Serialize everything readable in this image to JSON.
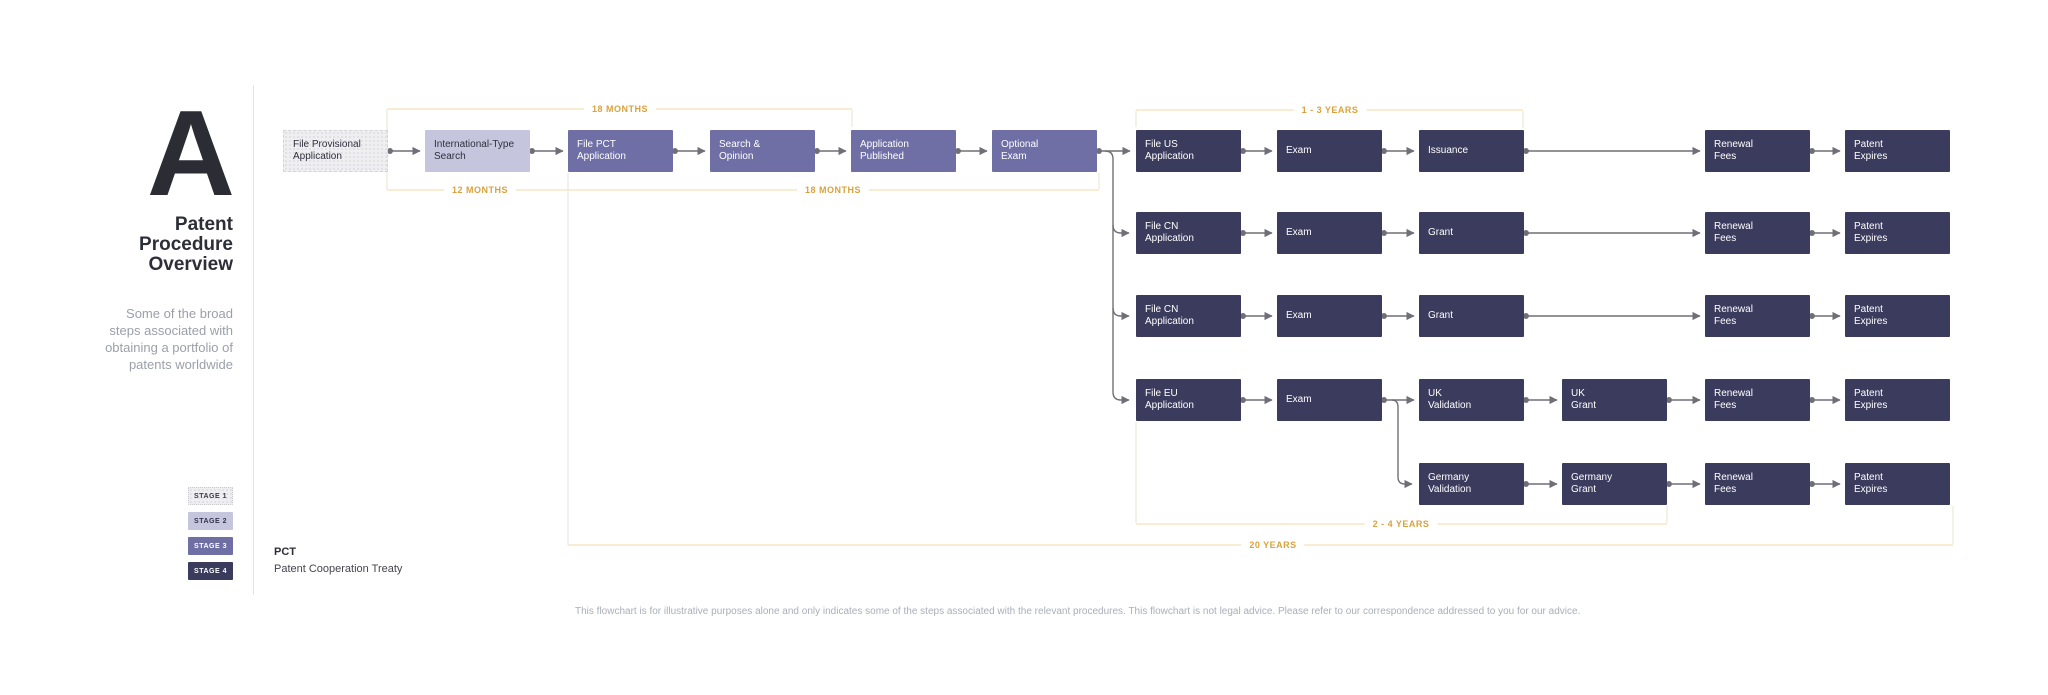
{
  "sidebar": {
    "letter": "A",
    "title": "Patent\nProcedure\nOverview",
    "description": "Some of the broad\nsteps associated with\nobtaining a portfolio of\npatents worldwide",
    "stages": [
      "STAGE 1",
      "STAGE 2",
      "STAGE 3",
      "STAGE 4"
    ]
  },
  "flow": {
    "rows": [
      {
        "nodes": [
          {
            "id": "file-provisional-application",
            "stage": 1,
            "label": "File Provisional\nApplication"
          },
          {
            "id": "international-type-search",
            "stage": 2,
            "label": "International-Type\nSearch"
          },
          {
            "id": "file-pct-application",
            "stage": 3,
            "label": "File PCT\nApplication"
          },
          {
            "id": "search-and-opinion",
            "stage": 3,
            "label": "Search &\nOpinion"
          },
          {
            "id": "application-published",
            "stage": 3,
            "label": "Application\nPublished"
          },
          {
            "id": "optional-exam",
            "stage": 3,
            "label": "Optional\nExam"
          },
          {
            "id": "file-us-application",
            "stage": 4,
            "label": "File US\nApplication"
          },
          {
            "id": "exam",
            "stage": 4,
            "label": "Exam"
          },
          {
            "id": "issuance",
            "stage": 4,
            "label": "Issuance"
          },
          {
            "id": "renewal-fees",
            "stage": 4,
            "label": "Renewal\nFees"
          },
          {
            "id": "patent-expires",
            "stage": 4,
            "label": "Patent\nExpires"
          }
        ]
      },
      {
        "nodes": [
          {
            "id": "file-cn-application",
            "stage": 4,
            "label": "File CN\nApplication"
          },
          {
            "id": "exam",
            "stage": 4,
            "label": "Exam"
          },
          {
            "id": "grant",
            "stage": 4,
            "label": "Grant"
          },
          {
            "id": "renewal-fees",
            "stage": 4,
            "label": "Renewal\nFees"
          },
          {
            "id": "patent-expires",
            "stage": 4,
            "label": "Patent\nExpires"
          }
        ]
      },
      {
        "nodes": [
          {
            "id": "file-cn-application",
            "stage": 4,
            "label": "File CN\nApplication"
          },
          {
            "id": "exam",
            "stage": 4,
            "label": "Exam"
          },
          {
            "id": "grant",
            "stage": 4,
            "label": "Grant"
          },
          {
            "id": "renewal-fees",
            "stage": 4,
            "label": "Renewal\nFees"
          },
          {
            "id": "patent-expires",
            "stage": 4,
            "label": "Patent\nExpires"
          }
        ]
      },
      {
        "nodes": [
          {
            "id": "file-eu-application",
            "stage": 4,
            "label": "File EU\nApplication"
          },
          {
            "id": "exam",
            "stage": 4,
            "label": "Exam"
          },
          {
            "id": "uk-validation",
            "stage": 4,
            "label": "UK\nValidation"
          },
          {
            "id": "uk-grant",
            "stage": 4,
            "label": "UK\nGrant"
          },
          {
            "id": "renewal-fees",
            "stage": 4,
            "label": "Renewal\nFees"
          },
          {
            "id": "patent-expires",
            "stage": 4,
            "label": "Patent\nExpires"
          }
        ]
      },
      {
        "nodes": [
          {
            "id": "germany-validation",
            "stage": 4,
            "label": "Germany\nValidation"
          },
          {
            "id": "germany-grant",
            "stage": 4,
            "label": "Germany\nGrant"
          },
          {
            "id": "renewal-fees",
            "stage": 4,
            "label": "Renewal\nFees"
          },
          {
            "id": "patent-expires",
            "stage": 4,
            "label": "Patent\nExpires"
          }
        ]
      }
    ]
  },
  "timelines": {
    "top_18_months": "18 MONTHS",
    "bottom_12_months": "12 MONTHS",
    "bottom_18_months": "18 MONTHS",
    "one_to_three_years": "1 - 3 YEARS",
    "two_to_four_years": "2 - 4 YEARS",
    "twenty_years": "20 YEARS"
  },
  "footnote": {
    "abbr": "PCT",
    "full": "Patent Cooperation Treaty"
  },
  "disclaimer": "This flowchart is for illustrative purposes alone and only indicates some of the steps associated with the relevant procedures. This flowchart is not legal advice. Please refer to our correspondence addressed to you for our advice.",
  "colors": {
    "stage1_bg": "#efeff1",
    "stage2_bg": "#c5c6dd",
    "stage3_bg": "#6f6fa6",
    "stage4_bg": "#3b3b5e",
    "timeline_label": "#d9a23e",
    "timeline_line": "#f0d9a6",
    "connector": "#6f6f77"
  }
}
